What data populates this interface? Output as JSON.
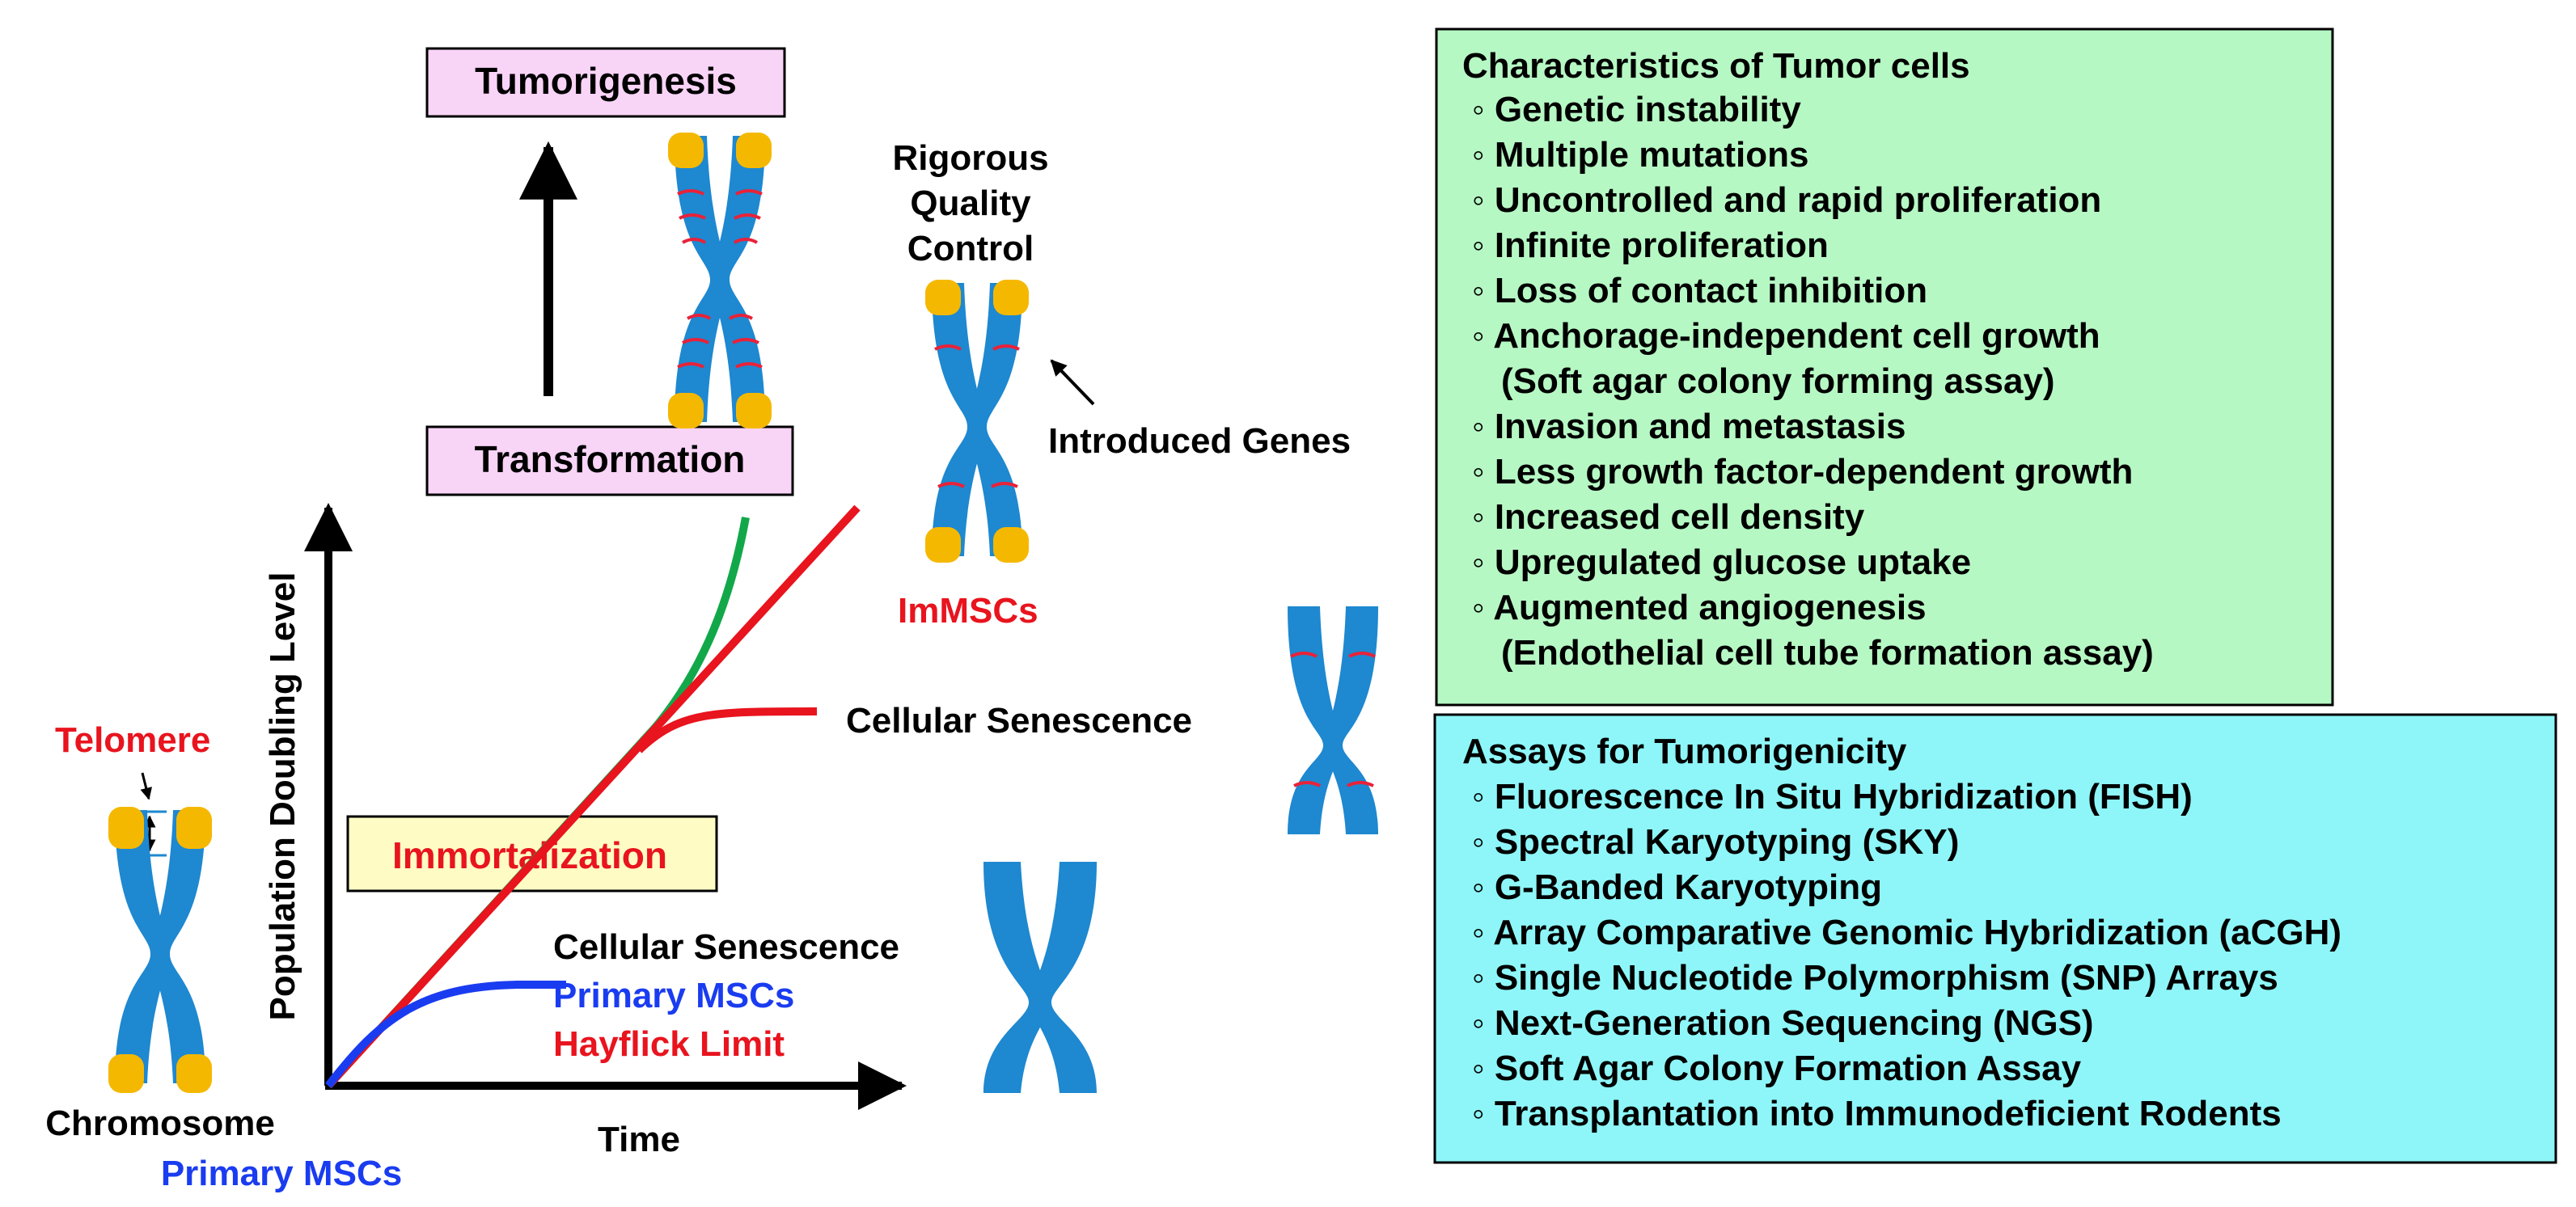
{
  "colors": {
    "chromosome_blue": "#1e88d0",
    "telomere_gold": "#f5b800",
    "band_red": "#e8223a",
    "line_green": "#12a84a",
    "line_red": "#e8141e",
    "line_blue": "#1a3cf0",
    "pink_box": "#f8d4f6",
    "yellow_box": "#fefcc4",
    "green_panel": "#b6f8c4",
    "cyan_panel": "#8ef6f8",
    "text_red": "#e8141e",
    "text_blue": "#1a3cf0"
  },
  "labels": {
    "tumorigenesis": "Tumorigenesis",
    "transformation": "Transformation",
    "immortalization": "Immortalization",
    "rigorous_quality_control": [
      "Rigorous",
      "Quality",
      "Control"
    ],
    "introduced_genes": "Introduced Genes",
    "immscs": "ImMSCs",
    "cellular_senescence_upper": "Cellular Senescence",
    "cellular_senescence_lower": "Cellular Senescence",
    "primary_mscs_curve": "Primary MSCs",
    "hayflick_limit": "Hayflick Limit",
    "telomere": "Telomere",
    "chromosome": "Chromosome",
    "primary_mscs_bottom": "Primary MSCs",
    "y_axis": "Population Doubling Level",
    "x_axis": "Time"
  },
  "tumor_characteristics": {
    "title": "Characteristics of Tumor cells",
    "items": [
      "◦ Genetic instability",
      "◦ Multiple mutations",
      "◦ Uncontrolled and rapid proliferation",
      "◦ Infinite proliferation",
      "◦ Loss of contact inhibition",
      "◦ Anchorage-independent cell growth",
      "(Soft agar colony forming assay)",
      "◦ Invasion and metastasis",
      "◦ Less growth factor-dependent growth",
      "◦ Increased cell density",
      "◦ Upregulated glucose uptake",
      "◦ Augmented angiogenesis",
      "(Endothelial cell tube formation assay)"
    ]
  },
  "tumorigenicity_assays": {
    "title": "Assays for Tumorigenicity",
    "items": [
      "◦ Fluorescence In Situ Hybridization (FISH)",
      "◦ Spectral Karyotyping (SKY)",
      "◦ G-Banded Karyotyping",
      "◦ Array Comparative Genomic Hybridization (aCGH)",
      "◦ Single Nucleotide Polymorphism (SNP) Arrays",
      "◦ Next-Generation Sequencing (NGS)",
      "◦ Soft Agar Colony Formation Assay",
      "◦ Transplantation into Immunodeficient Rodents"
    ]
  }
}
